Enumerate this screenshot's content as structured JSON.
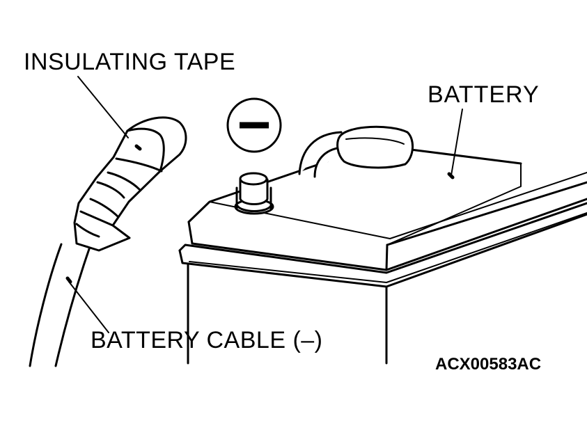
{
  "labels": {
    "insulating_tape": "INSULATING TAPE",
    "battery": "BATTERY",
    "battery_cable": "BATTERY CABLE (–)",
    "figure_code": "ACX00583AC"
  },
  "terminal_symbol": "negative-sign",
  "colors": {
    "line": "#000000",
    "background": "#ffffff"
  }
}
